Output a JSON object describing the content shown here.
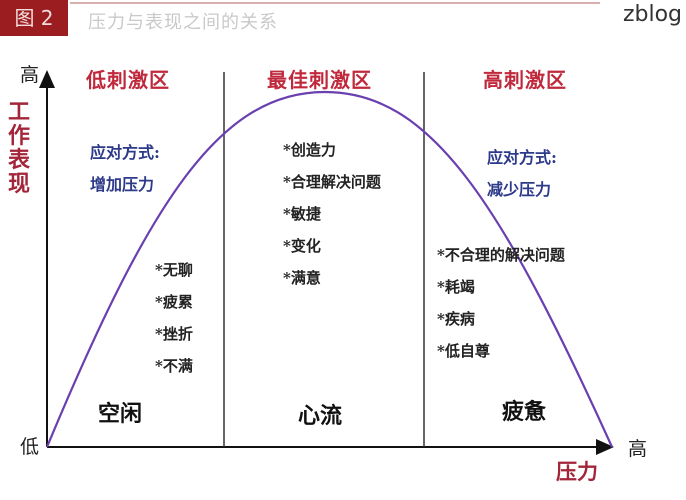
{
  "header": {
    "figure_label": "图 2",
    "title": "压力与表现之间的关系",
    "brand": "zblog"
  },
  "axes": {
    "y_high": "高",
    "y_label": "工作表现",
    "origin_low": "低",
    "x_high": "高",
    "x_label": "压力"
  },
  "zones": [
    {
      "title": "低刺激区",
      "strategy_label": "应对方式:",
      "strategy_action": "增加压力",
      "items": [
        "*无聊",
        "*疲累",
        "*挫折",
        "*不满"
      ],
      "state": "空闲"
    },
    {
      "title": "最佳刺激区",
      "items": [
        "*创造力",
        "*合理解决问题",
        "*敏捷",
        "*变化",
        "*满意"
      ],
      "state": "心流"
    },
    {
      "title": "高刺激区",
      "strategy_label": "应对方式:",
      "strategy_action": "减少压力",
      "items": [
        "*不合理的解决问题",
        "*耗竭",
        "*疾病",
        "*低自尊"
      ],
      "state": "疲惫"
    }
  ],
  "colors": {
    "curve": "#6a3fb0",
    "zone_title": "#c0283c",
    "strategy": "#2d3a8a",
    "badge": "#9b1d20"
  },
  "chart_data": {
    "type": "line",
    "title": "压力与表现之间的关系",
    "xlabel": "压力",
    "ylabel": "工作表现",
    "x_ticks": [
      "低",
      "高"
    ],
    "y_ticks": [
      "低",
      "高"
    ],
    "description": "Inverted-U curve: performance rises with stress, peaks in the optimal zone, then falls",
    "x": [
      0,
      0.15,
      0.3,
      0.45,
      0.5,
      0.55,
      0.7,
      0.85,
      1.0
    ],
    "y": [
      0,
      0.55,
      0.87,
      1.0,
      1.0,
      0.99,
      0.87,
      0.55,
      0
    ],
    "regions": [
      "低刺激区",
      "最佳刺激区",
      "高刺激区"
    ],
    "region_bounds": [
      0,
      0.32,
      0.67,
      1.0
    ]
  }
}
